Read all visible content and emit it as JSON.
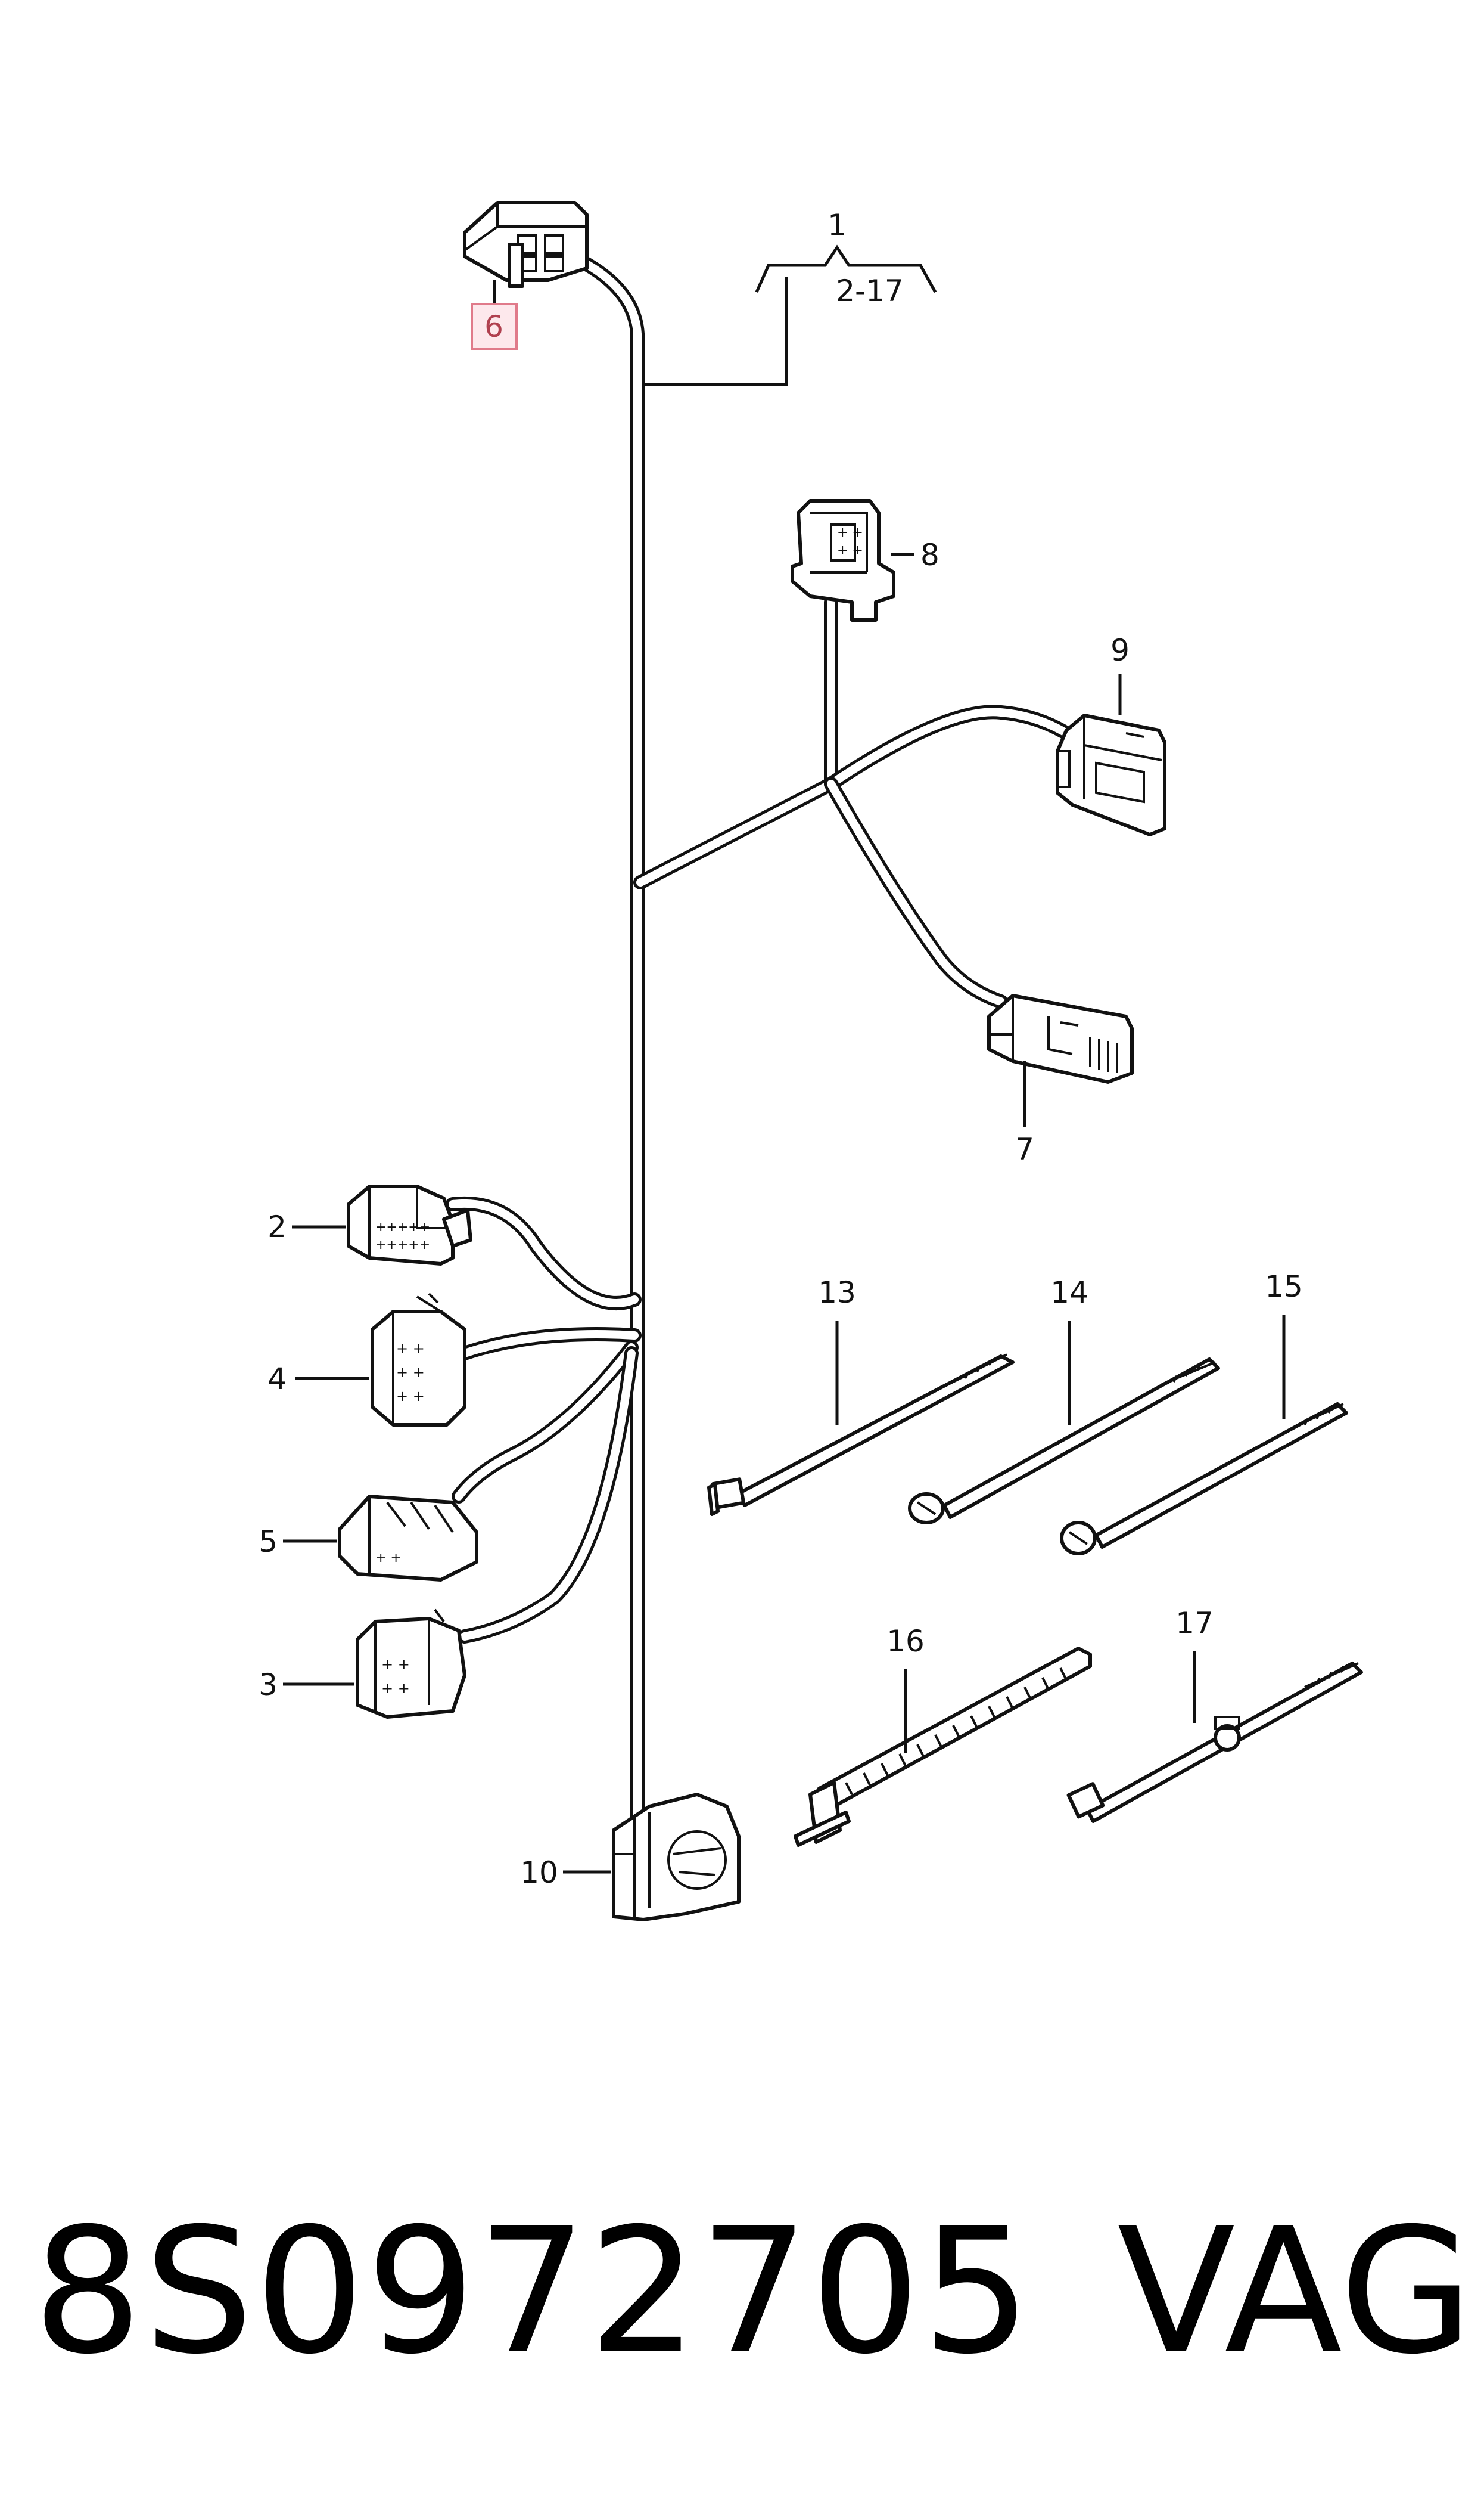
{
  "diagram": {
    "callouts": {
      "c1": "1",
      "c_range": "2-17",
      "c2": "2",
      "c3": "3",
      "c4": "4",
      "c5": "5",
      "c6": "6",
      "c7": "7",
      "c8": "8",
      "c9": "9",
      "c10": "10",
      "c13": "13",
      "c14": "14",
      "c15": "15",
      "c16": "16",
      "c17": "17"
    },
    "highlighted_callout": "6",
    "highlight_color": "#e07a8a"
  },
  "footer": {
    "part_number": "8S0972705",
    "brand": "VAG"
  }
}
